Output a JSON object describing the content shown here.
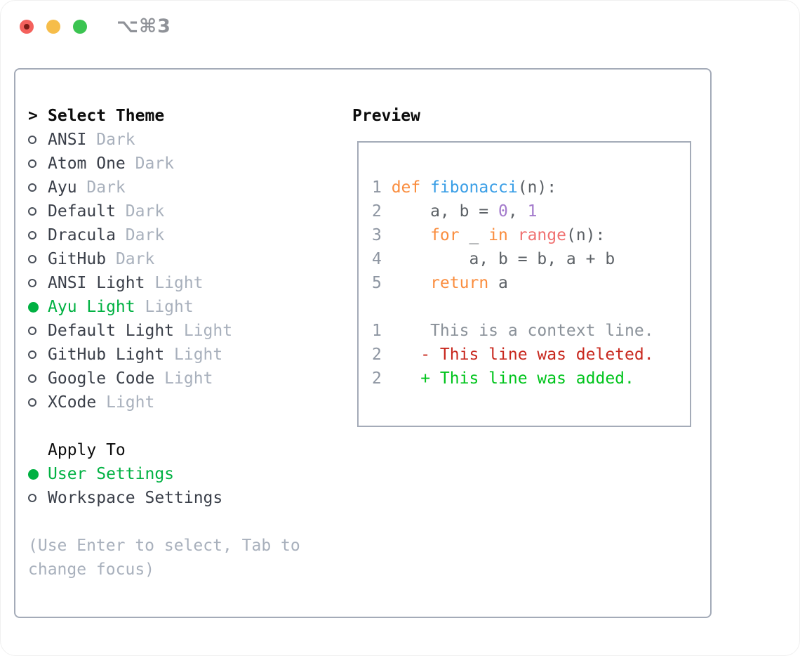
{
  "window": {
    "shortcut_label": "⌥⌘3"
  },
  "colors": {
    "selection_green": "#00b142",
    "added_green": "#00c41c",
    "deleted_red": "#c8281e",
    "keyword_orange": "#fa8d3e",
    "function_blue": "#399ee6",
    "constant_purple": "#a37acc",
    "special_coral": "#f07171",
    "code_plain": "#5c6166",
    "dim_gray": "#a8b0bc",
    "border_gray": "#a4abb8",
    "traffic_close": "#f4615c",
    "traffic_minimize": "#f6bd4a",
    "traffic_zoom": "#3bc451"
  },
  "theme_panel": {
    "header_prefix": ">",
    "header": "Select Theme",
    "themes": [
      {
        "name": "ANSI",
        "variant": "Dark",
        "selected": false
      },
      {
        "name": "Atom One",
        "variant": "Dark",
        "selected": false
      },
      {
        "name": "Ayu",
        "variant": "Dark",
        "selected": false
      },
      {
        "name": "Default",
        "variant": "Dark",
        "selected": false
      },
      {
        "name": "Dracula",
        "variant": "Dark",
        "selected": false
      },
      {
        "name": "GitHub",
        "variant": "Dark",
        "selected": false
      },
      {
        "name": "ANSI Light",
        "variant": "Light",
        "selected": false
      },
      {
        "name": "Ayu Light",
        "variant": "Light",
        "selected": true
      },
      {
        "name": "Default Light",
        "variant": "Light",
        "selected": false
      },
      {
        "name": "GitHub Light",
        "variant": "Light",
        "selected": false
      },
      {
        "name": "Google Code",
        "variant": "Light",
        "selected": false
      },
      {
        "name": "XCode",
        "variant": "Light",
        "selected": false
      }
    ],
    "apply_to": {
      "header": "Apply To",
      "options": [
        {
          "name": "User Settings",
          "selected": true
        },
        {
          "name": "Workspace Settings",
          "selected": false
        }
      ]
    },
    "hint": "(Use Enter to select, Tab to change focus)"
  },
  "preview": {
    "header": "Preview",
    "lines": [
      {
        "num": "1",
        "tokens": [
          {
            "c": "kw",
            "t": "def"
          },
          {
            "c": "plain",
            "t": " "
          },
          {
            "c": "fn",
            "t": "fibonacci"
          },
          {
            "c": "plain",
            "t": "(n):"
          }
        ]
      },
      {
        "num": "2",
        "tokens": [
          {
            "c": "plain",
            "t": "    a, b = "
          },
          {
            "c": "const",
            "t": "0"
          },
          {
            "c": "plain",
            "t": ", "
          },
          {
            "c": "const",
            "t": "1"
          }
        ]
      },
      {
        "num": "3",
        "tokens": [
          {
            "c": "plain",
            "t": "    "
          },
          {
            "c": "kw",
            "t": "for"
          },
          {
            "c": "plain",
            "t": " _ "
          },
          {
            "c": "kw",
            "t": "in"
          },
          {
            "c": "plain",
            "t": " "
          },
          {
            "c": "special",
            "t": "range"
          },
          {
            "c": "plain",
            "t": "(n):"
          }
        ]
      },
      {
        "num": "4",
        "tokens": [
          {
            "c": "plain",
            "t": "        a, b = b, a + b"
          }
        ]
      },
      {
        "num": "5",
        "tokens": [
          {
            "c": "plain",
            "t": "    "
          },
          {
            "c": "kw",
            "t": "return"
          },
          {
            "c": "plain",
            "t": " a"
          }
        ]
      },
      {
        "num": "",
        "tokens": []
      },
      {
        "num": "1",
        "tokens": [
          {
            "c": "ctx",
            "t": "    This is a context line."
          }
        ]
      },
      {
        "num": "2",
        "tokens": [
          {
            "c": "del",
            "t": "   - This line was deleted."
          }
        ]
      },
      {
        "num": "2",
        "tokens": [
          {
            "c": "add",
            "t": "   + This line was added."
          }
        ]
      }
    ]
  }
}
